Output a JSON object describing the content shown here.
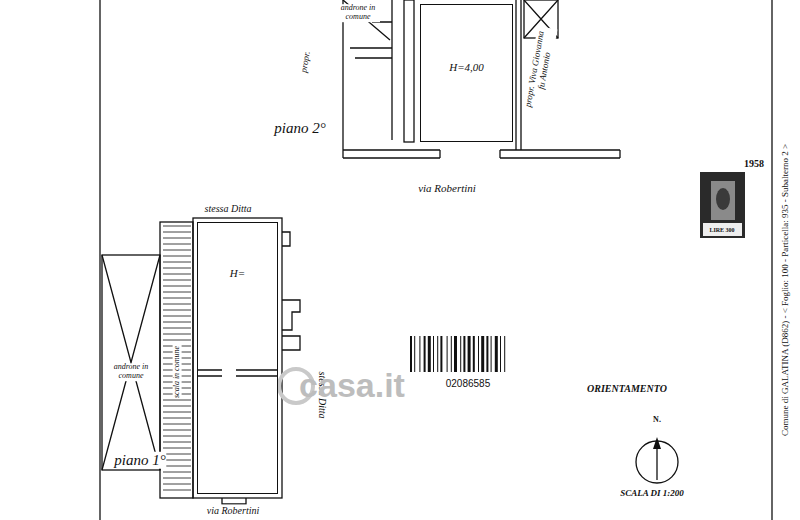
{
  "diagram": {
    "nodes": [
      {
        "text": [
          "H=4,00"
        ]
      },
      {
        "text": [
          "H="
        ]
      }
    ],
    "labels": [
      "androne in comune",
      "propr.",
      "piano 2°",
      "propr. Viva Giovanna fu Antonio",
      "via Robertini",
      "stessa Ditta",
      "androne in comune",
      "scala in comune",
      "stessa Ditta",
      "piano 1°",
      "via Robertini",
      "02086585",
      "casa.it",
      "1958",
      "LIRE 300",
      "ORIENTAMENTO",
      "N.",
      "SCALA DI 1:200",
      "Comune di GALATINA (D862) - < Foglio: 100 - Particella: 935 - Subalterno 2 >"
    ]
  }
}
